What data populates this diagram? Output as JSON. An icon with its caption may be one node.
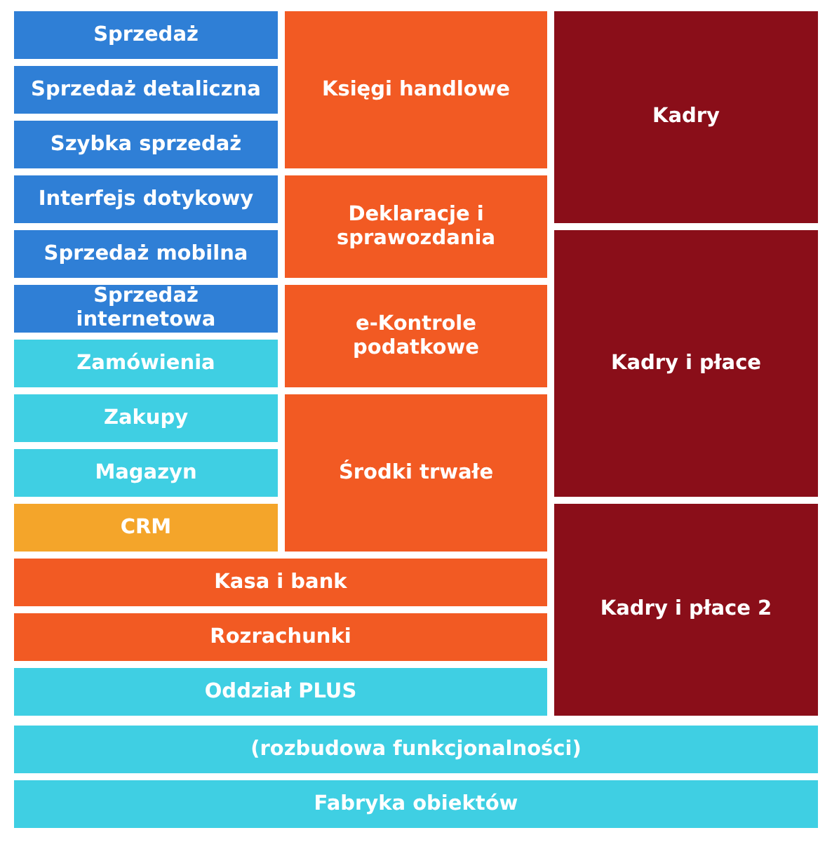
{
  "diagram": {
    "nodes": [
      {
        "text": [
          "Sprzedaż"
        ]
      },
      {
        "text": [
          "Księgi handlowe"
        ]
      },
      {
        "text": [
          "Kadry"
        ]
      },
      {
        "text": [
          "Sprzedaż detaliczna"
        ]
      },
      {
        "text": [
          "Szybka sprzedaż"
        ]
      },
      {
        "text": [
          "Interfejs dotykowy"
        ]
      },
      {
        "text": [
          "Deklaracje i sprawozdania"
        ]
      },
      {
        "text": [
          "Kadry i płace"
        ]
      },
      {
        "text": [
          "Sprzedaż mobilna"
        ]
      },
      {
        "text": [
          "Sprzedaż internetowa"
        ]
      },
      {
        "text": [
          "e-Kontrole podatkowe"
        ]
      },
      {
        "text": [
          "Zamówienia"
        ]
      },
      {
        "text": [
          "Zakupy"
        ]
      },
      {
        "text": [
          "Środki trwałe"
        ]
      },
      {
        "text": [
          "Magazyn"
        ]
      },
      {
        "text": [
          "CRM"
        ]
      },
      {
        "text": [
          "Kadry i płace 2"
        ]
      },
      {
        "text": [
          "Kasa i bank"
        ]
      },
      {
        "text": [
          "Rozrachunki"
        ]
      },
      {
        "text": [
          "Oddział PLUS"
        ]
      },
      {
        "text": [
          "(rozbudowa funkcjonalności)"
        ]
      },
      {
        "text": [
          "Fabryka obiektów"
        ]
      }
    ]
  }
}
